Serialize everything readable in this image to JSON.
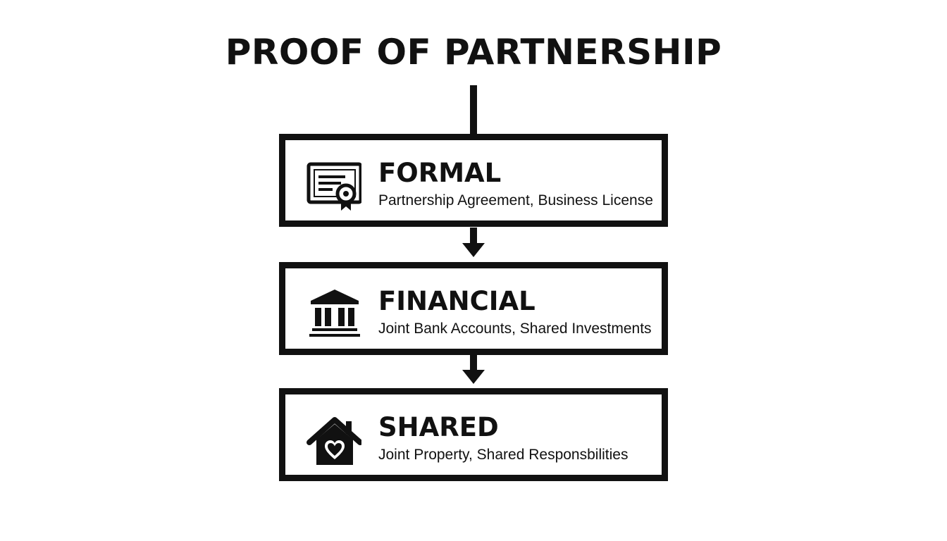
{
  "title": "PROOF OF PARTNERSHIP",
  "steps": [
    {
      "heading": "FORMAL",
      "description": "Partnership Agreement, Business License",
      "icon": "certificate-icon"
    },
    {
      "heading": "FINANCIAL",
      "description": "Joint Bank Accounts, Shared Investments",
      "icon": "bank-icon"
    },
    {
      "heading": "SHARED",
      "description": "Joint Property, Shared Responsbilities",
      "icon": "house-heart-icon"
    }
  ],
  "colors": {
    "ink": "#111111",
    "background": "#ffffff"
  }
}
